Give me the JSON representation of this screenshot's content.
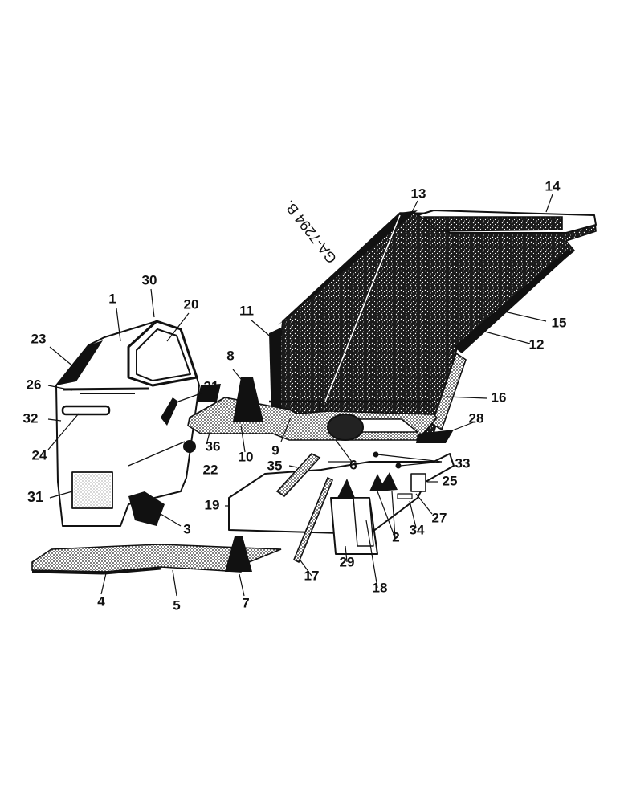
{
  "drawing_code": "GA-7294 B.",
  "callouts": [
    "1",
    "2",
    "3",
    "4",
    "5",
    "6",
    "7",
    "8",
    "9",
    "10",
    "11",
    "12",
    "13",
    "14",
    "15",
    "16",
    "17",
    "18",
    "19",
    "20",
    "21",
    "22",
    "23",
    "24",
    "25",
    "26",
    "27",
    "28",
    "29",
    "30",
    "31",
    "32",
    "33",
    "34",
    "35",
    "36"
  ]
}
